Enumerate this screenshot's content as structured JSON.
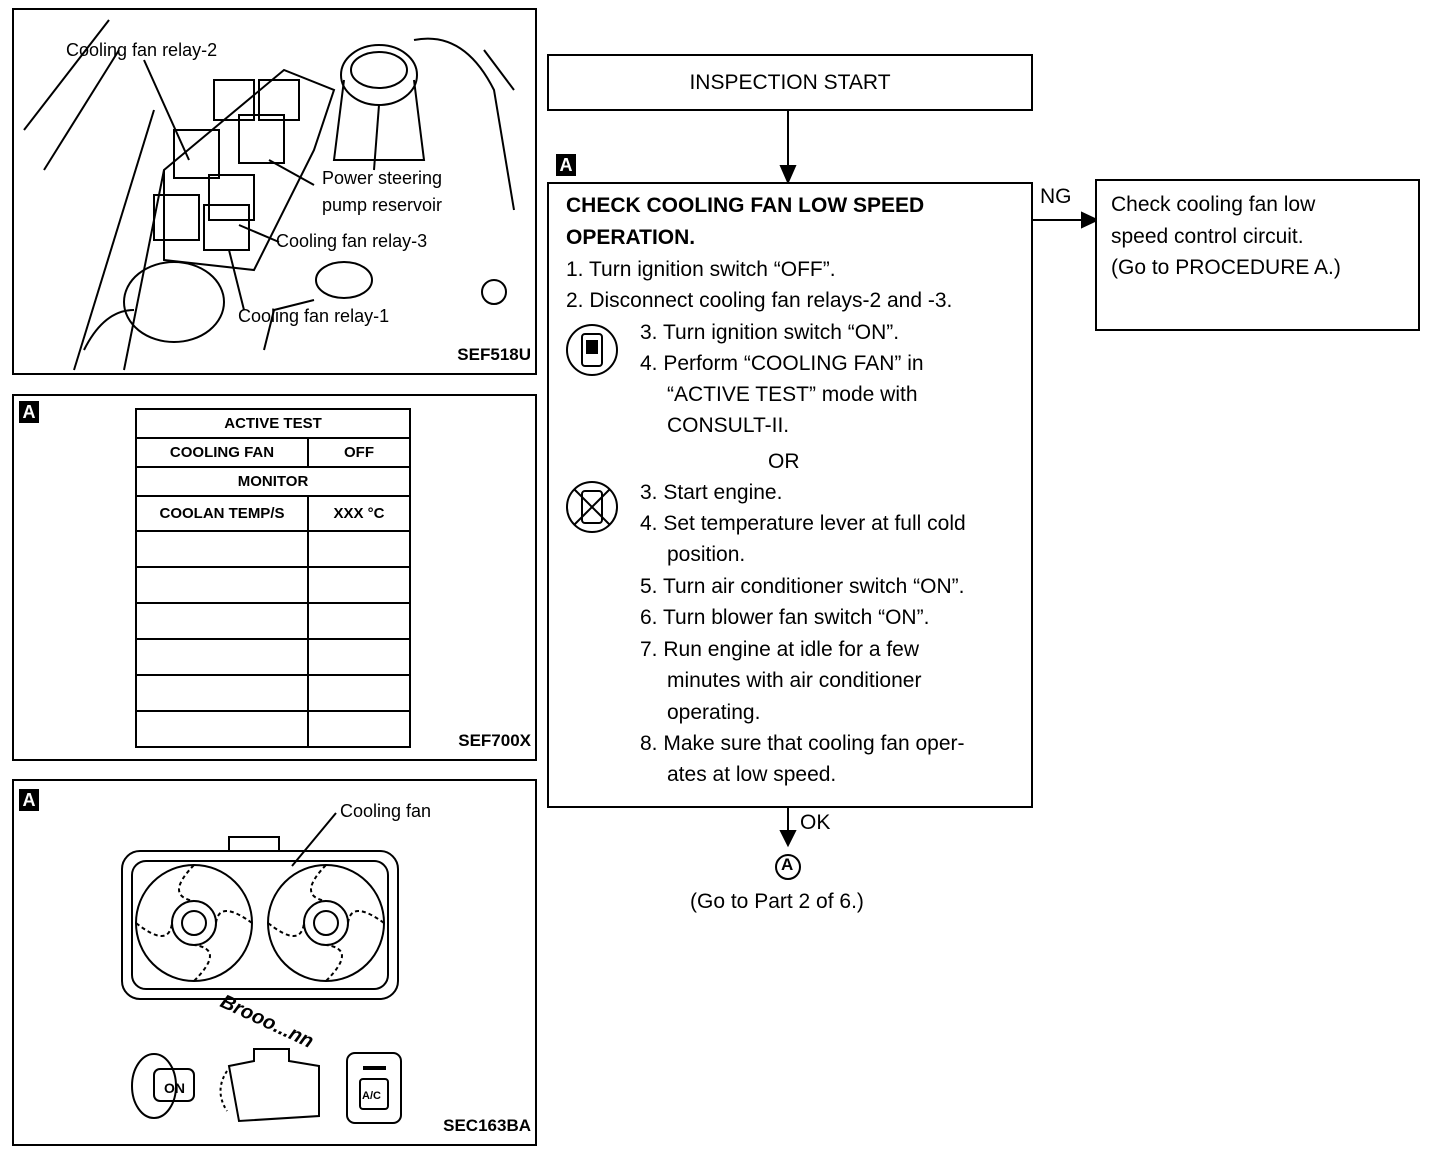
{
  "fig1": {
    "code": "SEF518U",
    "labels": {
      "relay2": "Cooling fan relay-2",
      "ps1": "Power steering",
      "ps2": "pump reservoir",
      "relay3": "Cooling fan relay-3",
      "relay1": "Cooling fan relay-1"
    }
  },
  "fig2": {
    "tag": "A",
    "code": "SEF700X",
    "header": "ACTIVE TEST",
    "row1_label": "COOLING FAN",
    "row1_value": "OFF",
    "monitor": "MONITOR",
    "row2_label": "COOLAN TEMP/S",
    "row2_value": "XXX °C"
  },
  "fig3": {
    "tag": "A",
    "code": "SEC163BA",
    "label": "Cooling fan",
    "sound": "Brooo...nn",
    "switch_on": "ON",
    "ac_button": "A/C"
  },
  "flow": {
    "start": "INSPECTION START",
    "tag": "A",
    "title1": "CHECK COOLING FAN LOW SPEED",
    "title2": "OPERATION.",
    "s1": "1. Turn ignition switch “OFF”.",
    "s2": "2. Disconnect cooling fan relays-2 and -3.",
    "c3": "3. Turn ignition switch “ON”.",
    "c4a": "4. Perform “COOLING FAN” in",
    "c4b": "“ACTIVE TEST” mode with",
    "c4c": "CONSULT-II.",
    "or": "OR",
    "e3": "3. Start engine.",
    "e4a": "4. Set temperature lever at full cold",
    "e4b": "position.",
    "e5": "5. Turn air conditioner switch “ON”.",
    "e6": "6. Turn blower fan switch “ON”.",
    "e7a": "7. Run engine at idle for a few",
    "e7b": "minutes with air conditioner",
    "e7c": "operating.",
    "e8a": "8. Make sure that cooling fan oper-",
    "e8b": "ates at low speed.",
    "ng": "NG",
    "ng1": "Check cooling fan low",
    "ng2": "speed control circuit.",
    "ng3": "(Go to PROCEDURE A.)",
    "ok": "OK",
    "connector": "A",
    "goto": "(Go to Part 2 of 6.)"
  }
}
